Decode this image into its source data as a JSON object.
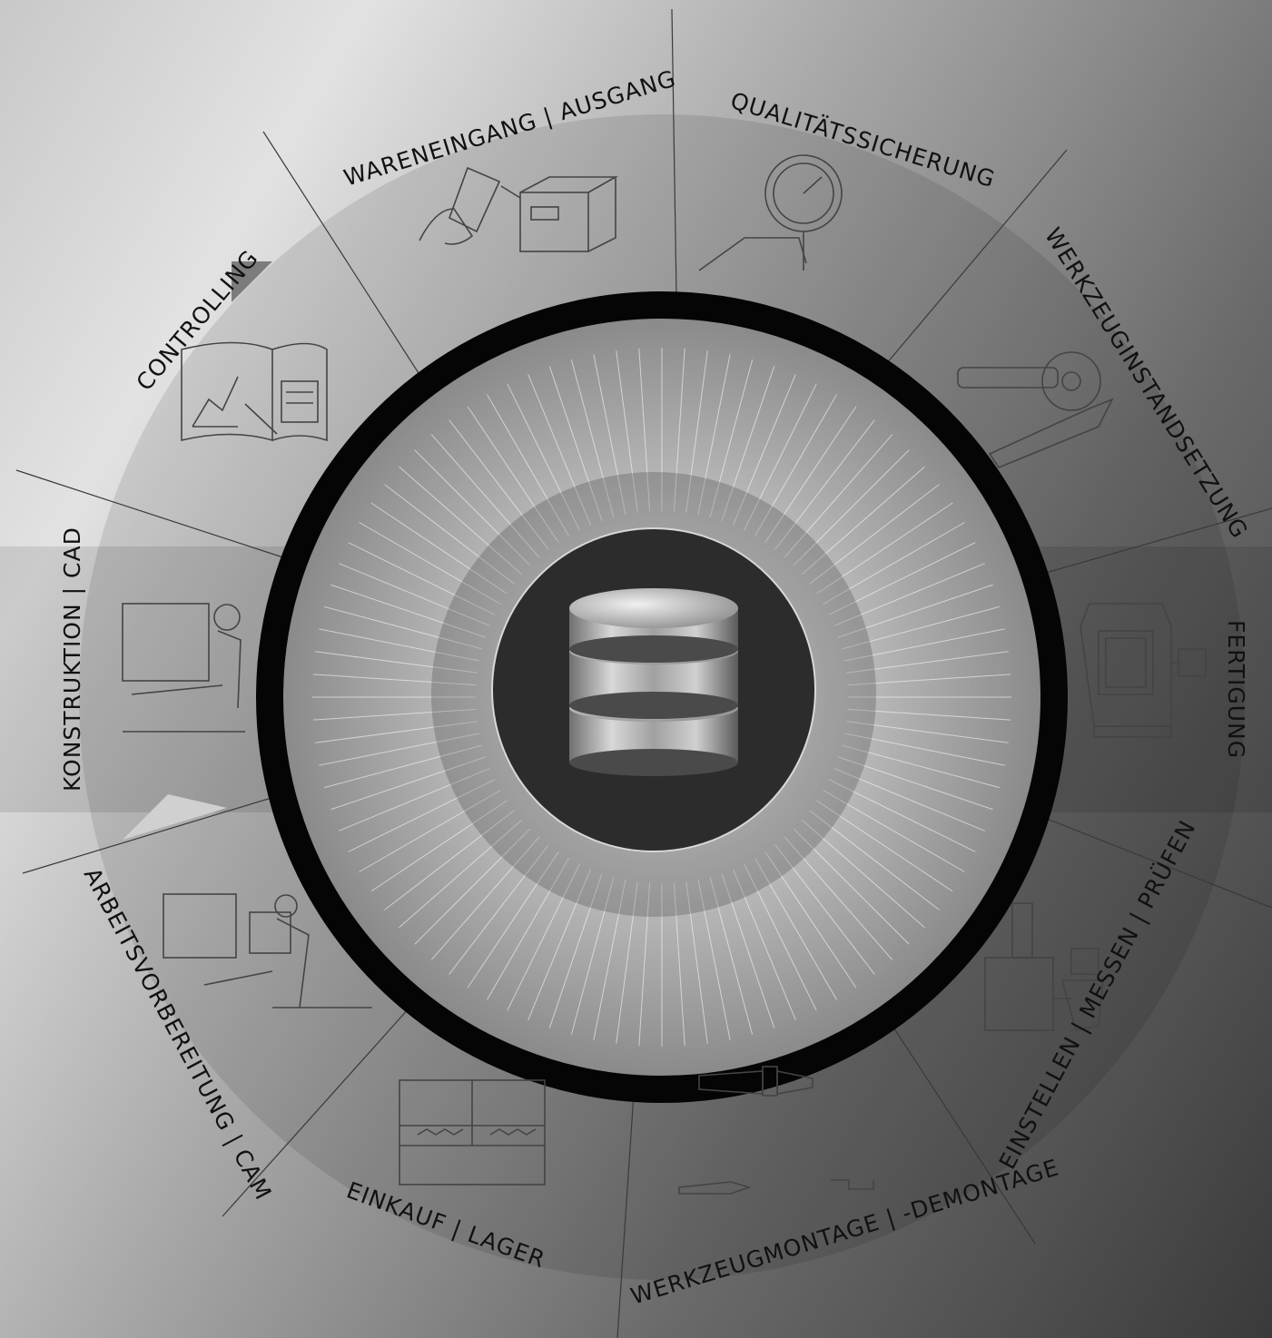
{
  "wheel": {
    "segments": [
      {
        "id": "controlling",
        "label": "CONTROLLING",
        "icon": "chart-report-icon"
      },
      {
        "id": "wareneingang",
        "label": "WARENEINGANG | AUSGANG",
        "icon": "barcode-scanner-box-icon"
      },
      {
        "id": "qualitaet",
        "label": "QUALITÄTSSICHERUNG",
        "icon": "dial-gauge-icon"
      },
      {
        "id": "werkzeuginstand",
        "label": "WERKZEUGINSTANDSETZUNG",
        "icon": "grinding-tool-icon"
      },
      {
        "id": "fertigung",
        "label": "FERTIGUNG",
        "icon": "cnc-machine-icon"
      },
      {
        "id": "einstellen",
        "label": "EINSTELLEN | MESSEN | PRÜFEN",
        "icon": "presetter-machine-icon"
      },
      {
        "id": "montage",
        "label": "WERKZEUGMONTAGE | -DEMONTAGE",
        "icon": "tool-holder-parts-icon"
      },
      {
        "id": "einkauf",
        "label": "EINKAUF | LAGER",
        "icon": "storage-cabinet-icon"
      },
      {
        "id": "arbeitsvorbereitung",
        "label": "ARBEITSVORBEREITUNG | CAM",
        "icon": "workstation-cam-icon"
      },
      {
        "id": "konstruktion",
        "label": "KONSTRUKTION | CAD",
        "icon": "workstation-cad-icon"
      }
    ],
    "center_icon": "database-icon"
  }
}
